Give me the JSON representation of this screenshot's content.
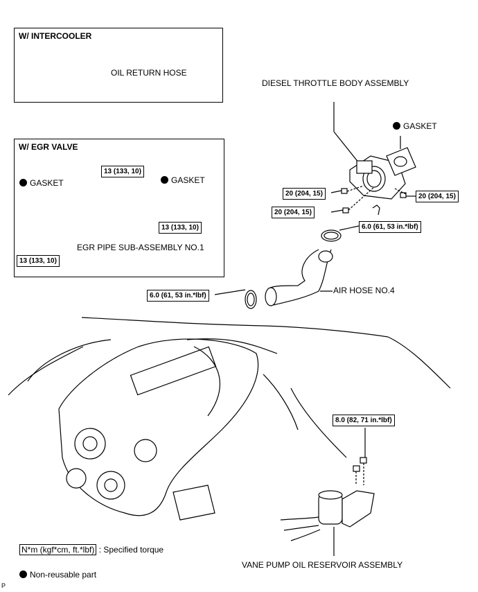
{
  "intercooler_box": {
    "title": "W/ INTERCOOLER",
    "oil_return_hose": "OIL RETURN HOSE"
  },
  "egr_box": {
    "title": "W/ EGR VALVE",
    "gasket_left": "GASKET",
    "gasket_right": "GASKET",
    "torque_top": "13 (133, 10)",
    "torque_right": "13 (133, 10)",
    "torque_bottom": "13 (133, 10)",
    "egr_pipe": "EGR PIPE SUB-ASSEMBLY NO.1"
  },
  "throttle": {
    "title": "DIESEL THROTTLE BODY ASSEMBLY",
    "gasket": "GASKET",
    "torque_left_upper": "20 (204, 15)",
    "torque_left_lower": "20 (204, 15)",
    "torque_right": "20 (204, 15)",
    "clamp_torque_upper": "6.0 (61, 53 in.*lbf)",
    "clamp_torque_lower": "6.0 (61, 53 in.*lbf)",
    "air_hose": "AIR HOSE NO.4"
  },
  "reservoir": {
    "torque": "8.0 (82, 71 in.*lbf)",
    "label": "VANE PUMP OIL RESERVOIR ASSEMBLY"
  },
  "legend": {
    "torque_key": "N*m (kgf*cm, ft.*lbf)",
    "torque_desc": ": Specified torque",
    "non_reusable": "Non-reusable part"
  },
  "corner_mark": "P"
}
